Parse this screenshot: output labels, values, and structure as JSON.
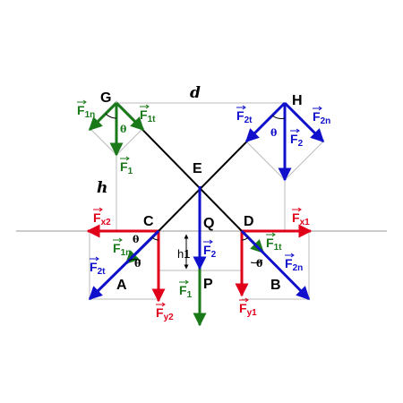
{
  "colors": {
    "red": "#e0001a",
    "green": "#1a7a1a",
    "blue": "#1010cc",
    "black": "#000000",
    "guide": "#bbbbbb",
    "ground": "#999999"
  },
  "points": {
    "G": "G",
    "H": "H",
    "E": "E",
    "C": "C",
    "D": "D",
    "A": "A",
    "B": "B",
    "Q": "Q",
    "P": "P"
  },
  "dimensions": {
    "d": "d",
    "h": "h",
    "h1": "h1"
  },
  "angle_symbol": "θ",
  "forces": {
    "F1n": {
      "base": "F",
      "sub": "1n"
    },
    "F1t": {
      "base": "F",
      "sub": "1t"
    },
    "F1": {
      "base": "F",
      "sub": "1"
    },
    "F2t": {
      "base": "F",
      "sub": "2t"
    },
    "F2n": {
      "base": "F",
      "sub": "2n"
    },
    "F2": {
      "base": "F",
      "sub": "2"
    },
    "Fx1": {
      "base": "F",
      "sub": "x1"
    },
    "Fx2": {
      "base": "F",
      "sub": "x2"
    },
    "Fy1": {
      "base": "F",
      "sub": "y1"
    },
    "Fy2": {
      "base": "F",
      "sub": "y2"
    }
  }
}
